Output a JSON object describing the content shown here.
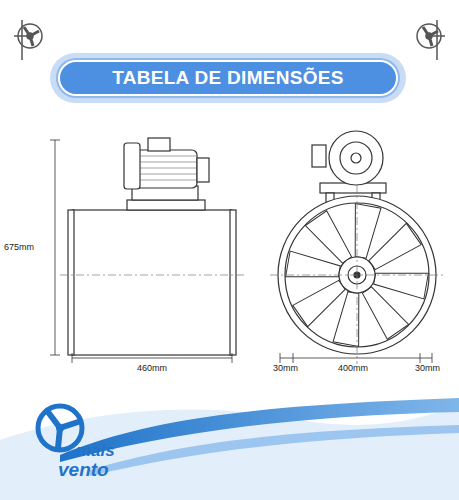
{
  "diagram": {
    "nodes": [
      {
        "text": [
          "TABELA DE DIMENSÕES"
        ]
      }
    ],
    "labels": [
      "675mm",
      "460mm",
      "30mm",
      "400mm",
      "30mm",
      "mais",
      "vento"
    ]
  }
}
